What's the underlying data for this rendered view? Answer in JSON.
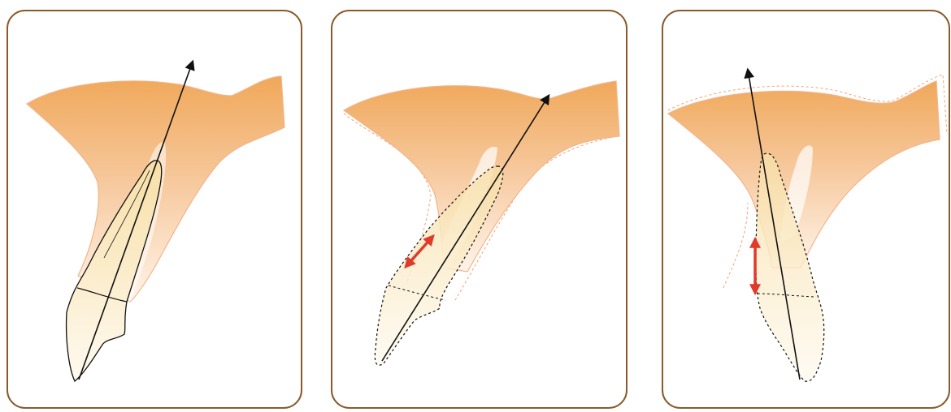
{
  "figure": {
    "panels": [
      {
        "id": "initial-position",
        "arrows": []
      },
      {
        "id": "proclined-tooth",
        "arrows": [
          "bone-gap-arrow"
        ]
      },
      {
        "id": "intruded-tooth",
        "arrows": [
          "vertical-gap-arrow"
        ]
      }
    ]
  },
  "colors": {
    "panel_border": "#8a5a2b",
    "bone_top": "#f0a85a",
    "bone_bottom": "#fde9d8",
    "bone_outline": "#f3b48a",
    "tooth_fill": "#fbe9bf",
    "tooth_outline": "#111111",
    "red_arrow": "#e03a2a"
  }
}
